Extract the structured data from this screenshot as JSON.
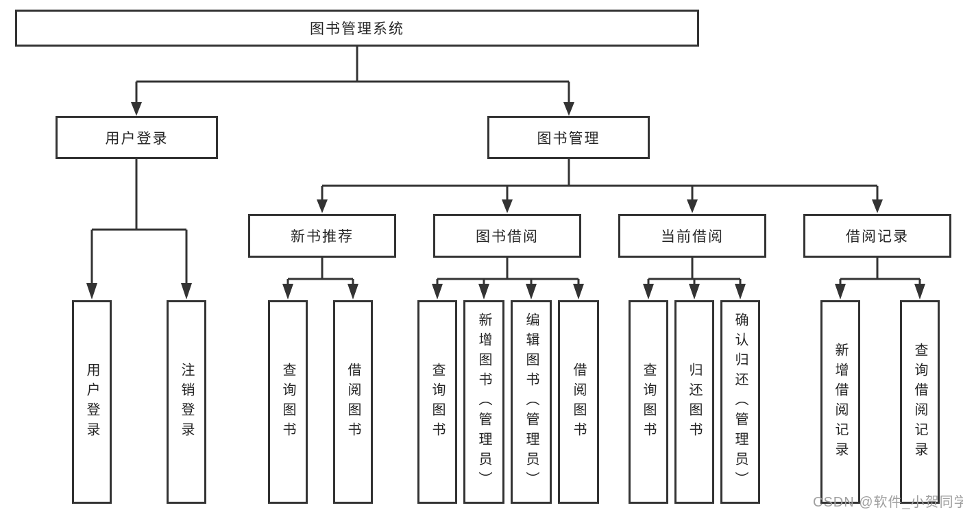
{
  "title": {
    "label": "图书管理系统"
  },
  "branches": {
    "login": {
      "label": "用户登录",
      "leaves": [
        {
          "label": "用户登录"
        },
        {
          "label": "注销登录"
        }
      ]
    },
    "mgmt": {
      "label": "图书管理",
      "groups": [
        {
          "label": "新书推荐",
          "leaves": [
            {
              "label": "查询图书"
            },
            {
              "label": "借阅图书"
            }
          ]
        },
        {
          "label": "图书借阅",
          "leaves": [
            {
              "label": "查询图书"
            },
            {
              "label": "新增图书（管理员）"
            },
            {
              "label": "编辑图书（管理员）"
            },
            {
              "label": "借阅图书"
            }
          ]
        },
        {
          "label": "当前借阅",
          "leaves": [
            {
              "label": "查询图书"
            },
            {
              "label": "归还图书"
            },
            {
              "label": "确认归还（管理员）"
            }
          ]
        },
        {
          "label": "借阅记录",
          "leaves": [
            {
              "label": "新增借阅记录"
            },
            {
              "label": "查询借阅记录"
            }
          ]
        }
      ]
    }
  },
  "watermark": {
    "text": "CSDN @软件_小贺同学"
  },
  "colors": {
    "line": "#333333",
    "text": "#262626",
    "watermark": "#a0a0a0"
  }
}
